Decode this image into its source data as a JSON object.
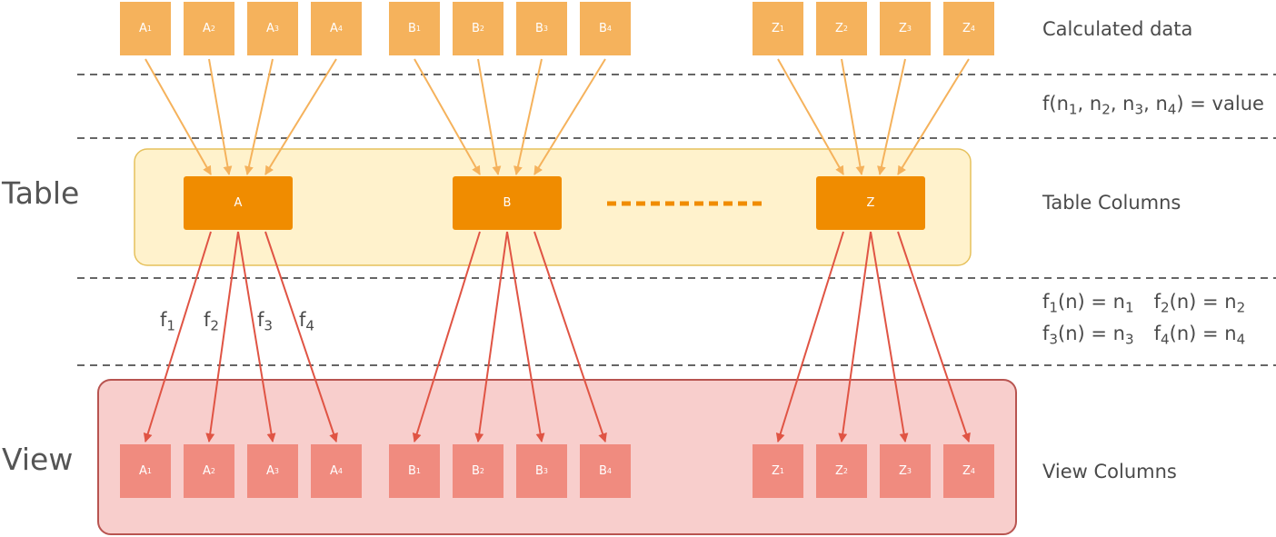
{
  "side_labels": {
    "table": "Table",
    "view": "View"
  },
  "right_labels": {
    "calculated": "Calculated data",
    "function": {
      "pre": "f(n",
      "s1": "1",
      "c1": ", n",
      "s2": "2",
      "c2": ", n",
      "s3": "3",
      "c3": ", n",
      "s4": "4",
      "post": ") = value"
    },
    "table_columns": "Table Columns",
    "map_row1": [
      {
        "f": "f",
        "fs": "1",
        "mid": "(n) = n",
        "ns": "1"
      },
      {
        "f": "f",
        "fs": "2",
        "mid": "(n) = n",
        "ns": "2"
      }
    ],
    "map_row2": [
      {
        "f": "f",
        "fs": "3",
        "mid": "(n) = n",
        "ns": "3"
      },
      {
        "f": "f",
        "fs": "4",
        "mid": "(n) = n",
        "ns": "4"
      }
    ],
    "view_columns": "View Columns"
  },
  "f_labels": [
    {
      "base": "f",
      "sub": "1"
    },
    {
      "base": "f",
      "sub": "2"
    },
    {
      "base": "f",
      "sub": "3"
    },
    {
      "base": "f",
      "sub": "4"
    }
  ],
  "groups": [
    {
      "letter": "A",
      "table_label": "A",
      "subs": [
        "1",
        "2",
        "3",
        "4"
      ]
    },
    {
      "letter": "B",
      "table_label": "B",
      "subs": [
        "1",
        "2",
        "3",
        "4"
      ]
    },
    {
      "letter": "Z",
      "table_label": "Z",
      "subs": [
        "1",
        "2",
        "3",
        "4"
      ]
    }
  ],
  "colors": {
    "data_box": "#f5b25c",
    "table_box": "#f08c00",
    "table_region_fill": "#fff2cc",
    "table_region_stroke": "#e6c15c",
    "view_box": "#f08b7f",
    "view_region_fill": "#f8cecc",
    "view_region_stroke": "#b85450",
    "arrow_up": "#f5b25c",
    "arrow_down": "#e05444",
    "dash_line": "#666666",
    "ellipsis": "#f08c00"
  }
}
